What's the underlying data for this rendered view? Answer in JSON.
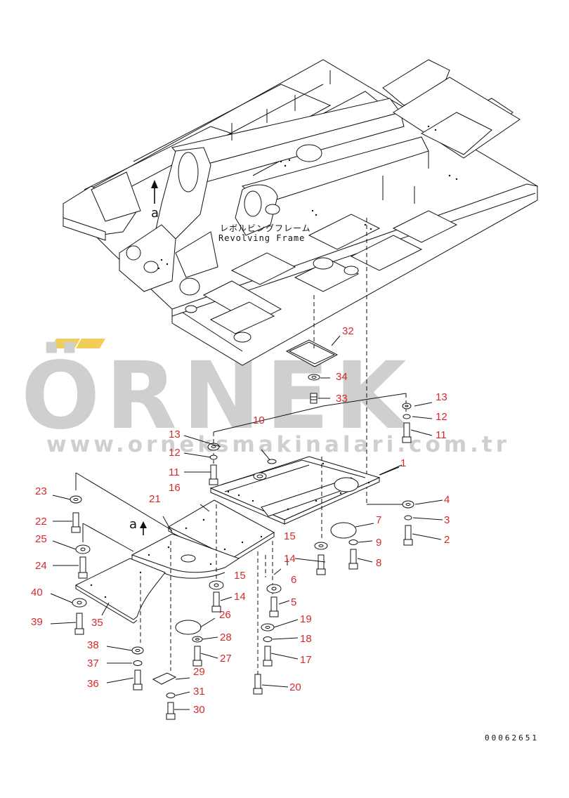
{
  "frame_label": {
    "japanese": "レボルビングフレーム",
    "english": "Revolving Frame"
  },
  "view_marker": "a",
  "drawing_code": "00062651",
  "watermark": {
    "brand": "ÖRNEK",
    "url": "www.orneksmakinalari.com.tr"
  },
  "callouts": [
    "1",
    "2",
    "3",
    "4",
    "5",
    "6",
    "7",
    "8",
    "9",
    "10",
    "11",
    "12",
    "13",
    "14",
    "15",
    "16",
    "17",
    "18",
    "19",
    "20",
    "21",
    "22",
    "23",
    "24",
    "25",
    "26",
    "27",
    "28",
    "29",
    "30",
    "31",
    "32",
    "33",
    "34",
    "35",
    "36",
    "37",
    "38",
    "39",
    "40"
  ],
  "colors": {
    "callout": "#d42a2a",
    "watermark": "#cfcfcf",
    "watermark_accent": "#f2cd5a",
    "line": "#111111"
  }
}
